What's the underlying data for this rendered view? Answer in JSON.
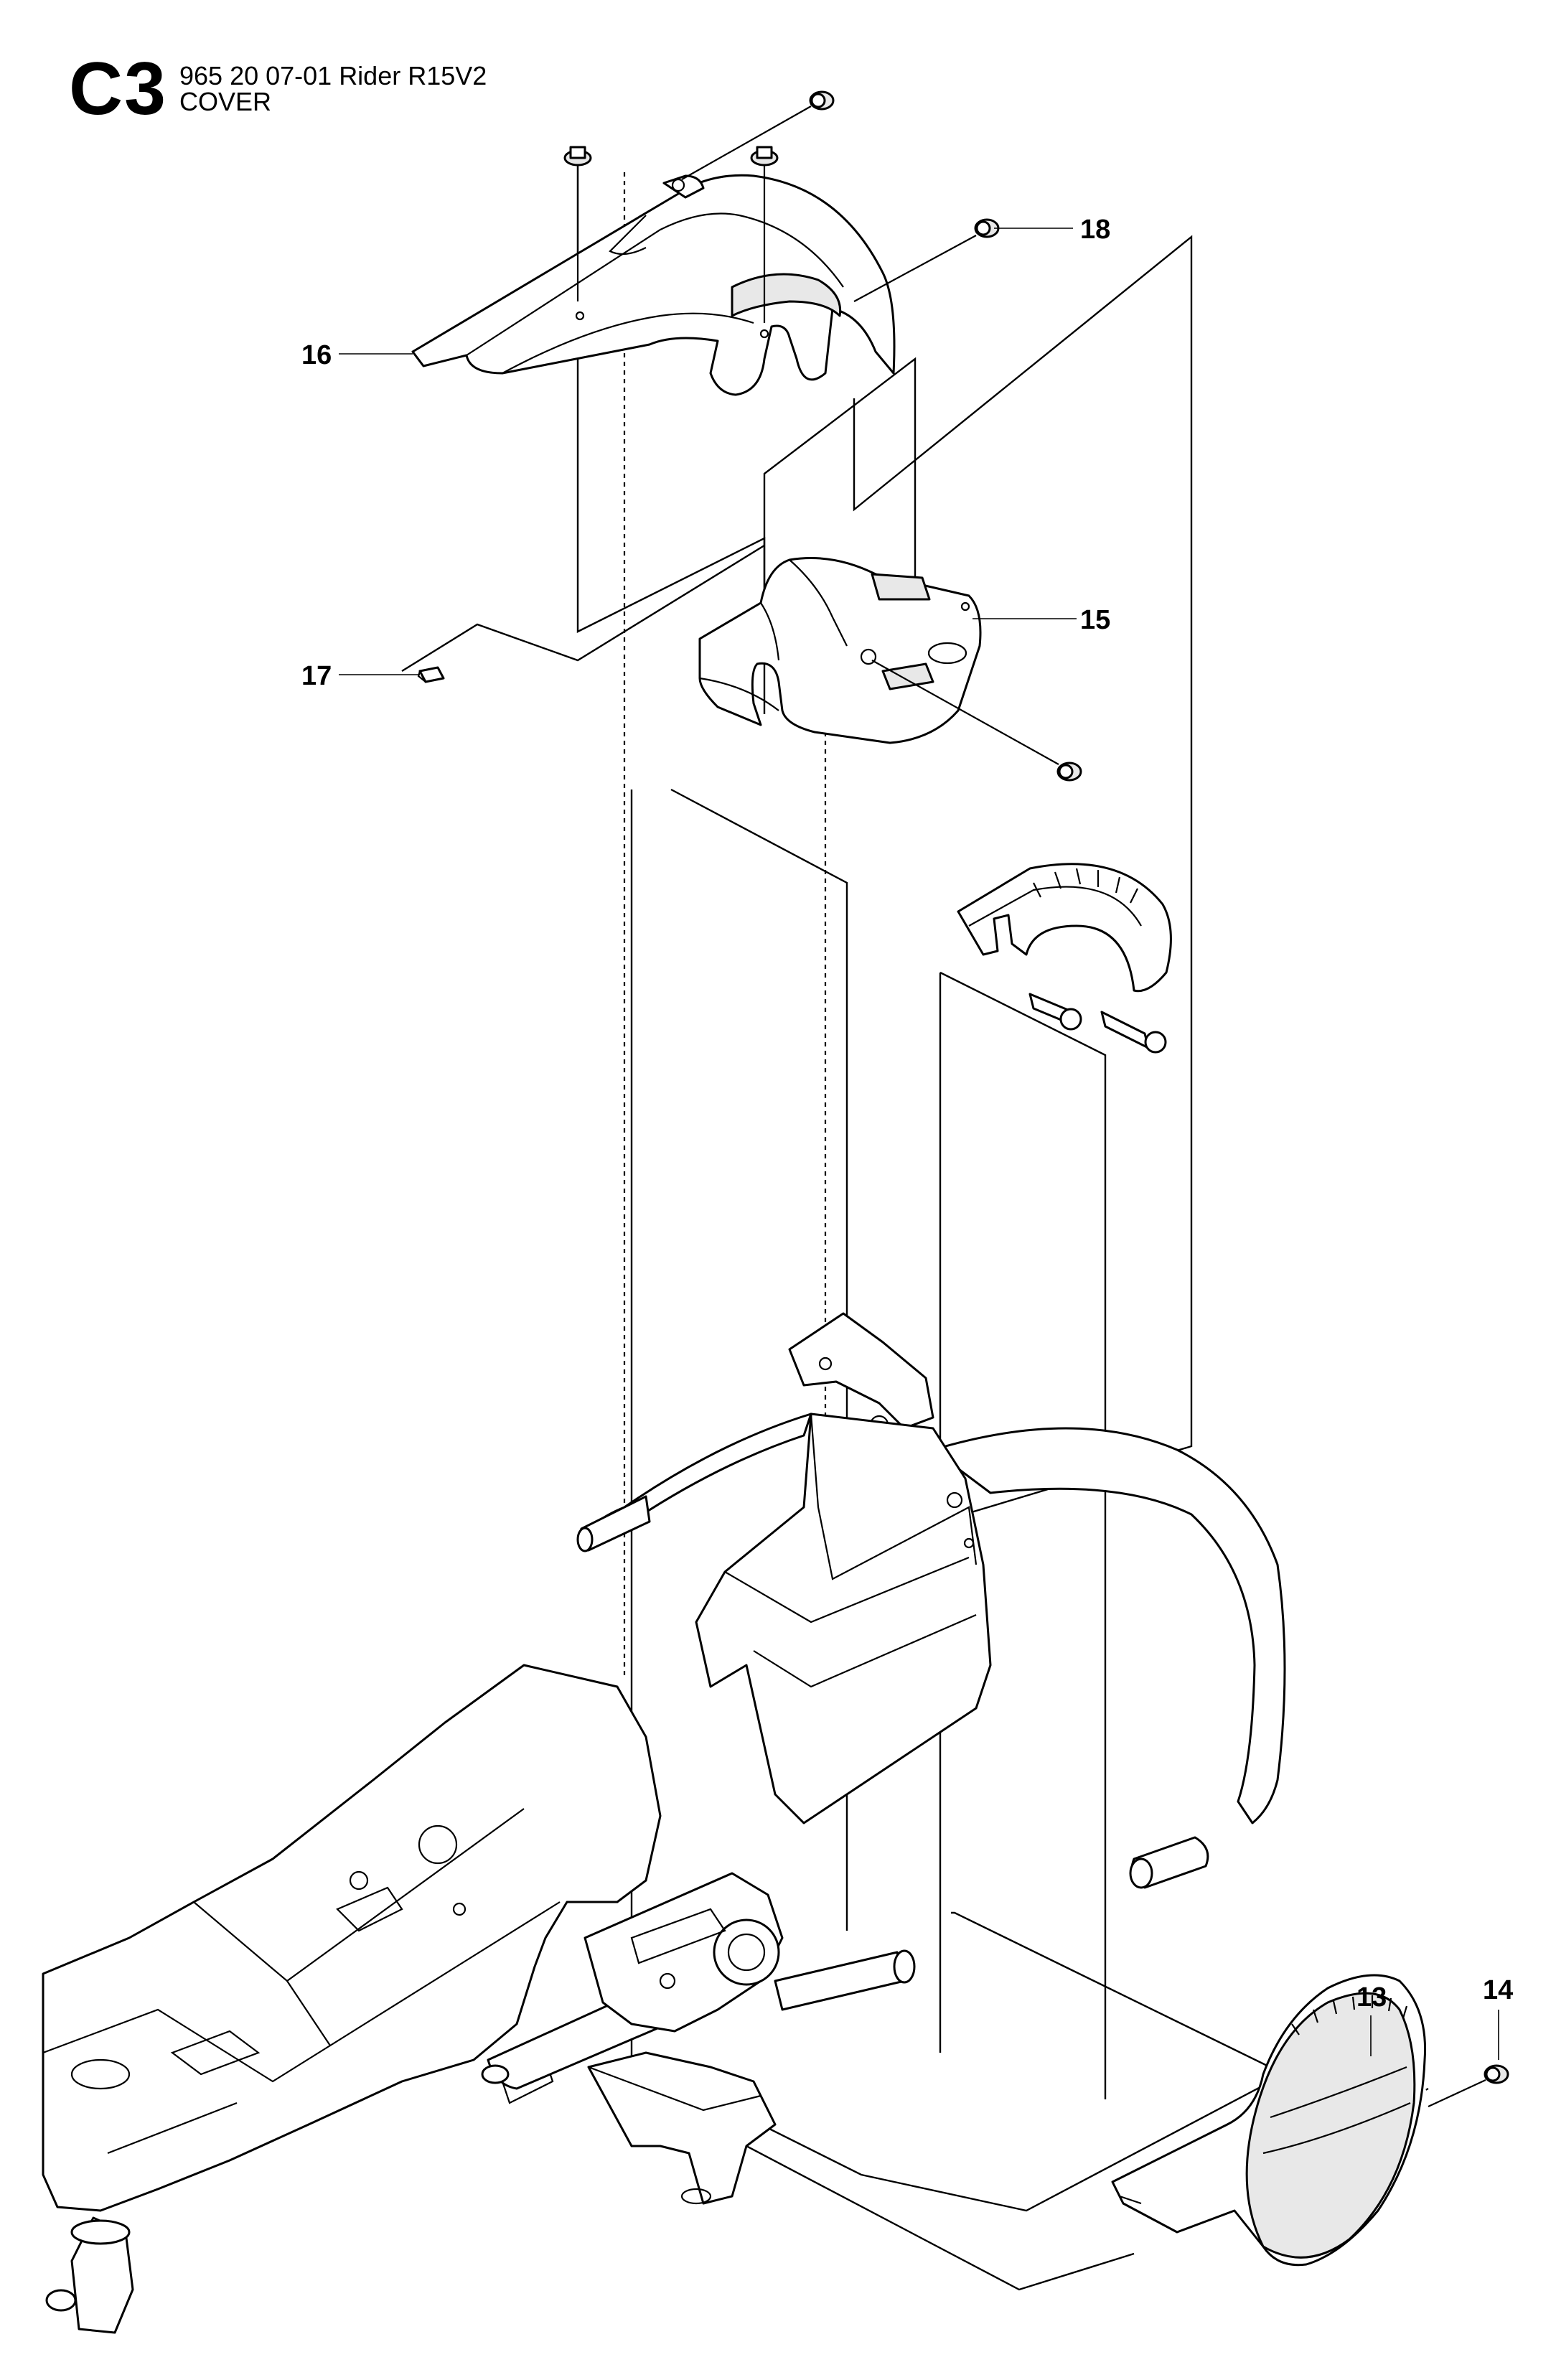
{
  "header": {
    "section_code": "C3",
    "model_line": "965 20 07-01 Rider R15V2",
    "section_name": "COVER"
  },
  "callouts": [
    {
      "id": "13",
      "label": "13"
    },
    {
      "id": "14",
      "label": "14"
    },
    {
      "id": "15",
      "label": "15"
    },
    {
      "id": "16",
      "label": "16"
    },
    {
      "id": "17",
      "label": "17"
    },
    {
      "id": "18",
      "label": "18"
    }
  ]
}
